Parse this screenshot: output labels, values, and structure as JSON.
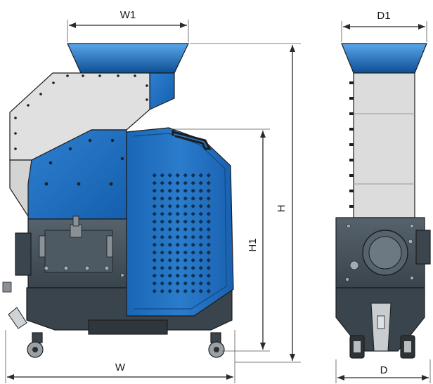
{
  "dimensions": {
    "w1": "W1",
    "d1": "D1",
    "h": "H",
    "h1": "H1",
    "w": "W",
    "d": "D"
  },
  "colors": {
    "blue_light": "#3f8fd8",
    "blue_dark": "#0e4f96",
    "panel_blue": "#1f6fc0",
    "grey_light": "#e1e1e1",
    "grey_mid": "#bdbdbd",
    "machine_dark": "#4a5660",
    "machine_darker": "#343d44",
    "metal": "#a7acb0",
    "line": "#2a2a2a"
  }
}
